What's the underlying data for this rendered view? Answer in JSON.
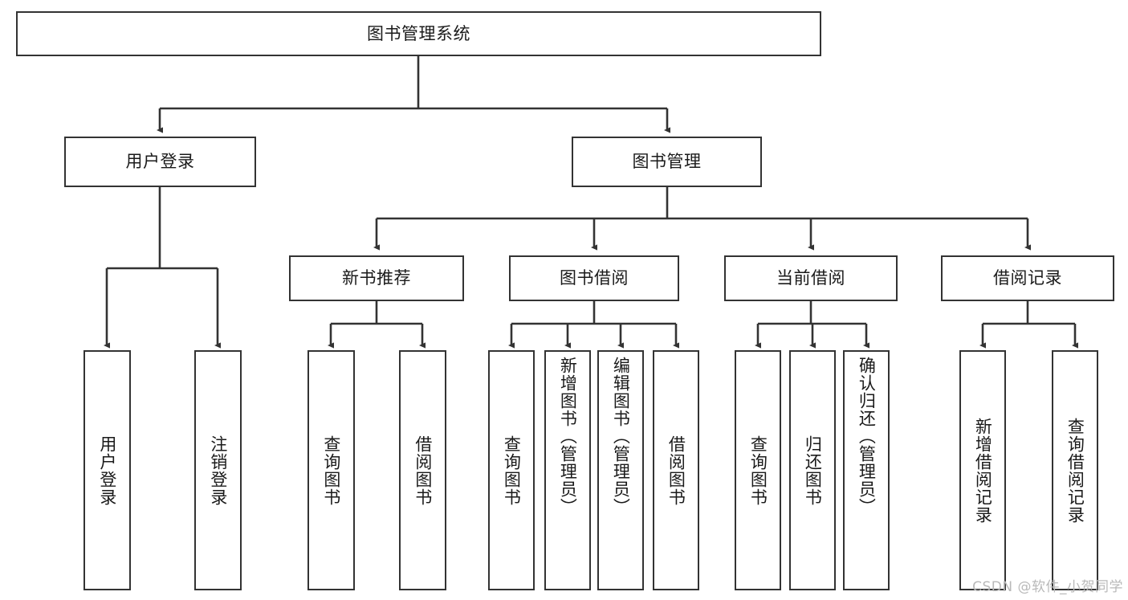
{
  "diagram": {
    "title": "图书管理系统",
    "root": {
      "id": "root",
      "label": "图书管理系统"
    },
    "level1": [
      {
        "id": "user-login",
        "label": "用户登录"
      },
      {
        "id": "book-manage",
        "label": "图书管理"
      }
    ],
    "level2": [
      {
        "id": "new-book-recommend",
        "label": "新书推荐"
      },
      {
        "id": "book-borrow",
        "label": "图书借阅"
      },
      {
        "id": "current-borrow",
        "label": "当前借阅"
      },
      {
        "id": "borrow-record",
        "label": "借阅记录"
      }
    ],
    "leaves": {
      "user_login": [
        {
          "id": "leaf-user-login",
          "label": "用户登录"
        },
        {
          "id": "leaf-logout-login",
          "label": "注销登录"
        }
      ],
      "new_book_recommend": [
        {
          "id": "leaf-query-book-1",
          "label": "查询图书"
        },
        {
          "id": "leaf-borrow-book-1",
          "label": "借阅图书"
        }
      ],
      "book_borrow": [
        {
          "id": "leaf-query-book-2",
          "label": "查询图书"
        },
        {
          "id": "leaf-add-book-admin",
          "label": "新增图书（管理员）"
        },
        {
          "id": "leaf-edit-book-admin",
          "label": "编辑图书（管理员）"
        },
        {
          "id": "leaf-borrow-book-2",
          "label": "借阅图书"
        }
      ],
      "current_borrow": [
        {
          "id": "leaf-query-book-3",
          "label": "查询图书"
        },
        {
          "id": "leaf-return-book",
          "label": "归还图书"
        },
        {
          "id": "leaf-confirm-return-admin",
          "label": "确认归还（管理员）"
        }
      ],
      "borrow_record": [
        {
          "id": "leaf-add-borrow-record",
          "label": "新增借阅记录"
        },
        {
          "id": "leaf-query-borrow-record",
          "label": "查询借阅记录"
        }
      ]
    }
  },
  "watermark": {
    "text": "CSDN @软件_小贺同学"
  },
  "colors": {
    "stroke": "#333333",
    "background": "#ffffff",
    "text": "#1a1a1a",
    "watermark": "#b9b9b9"
  }
}
